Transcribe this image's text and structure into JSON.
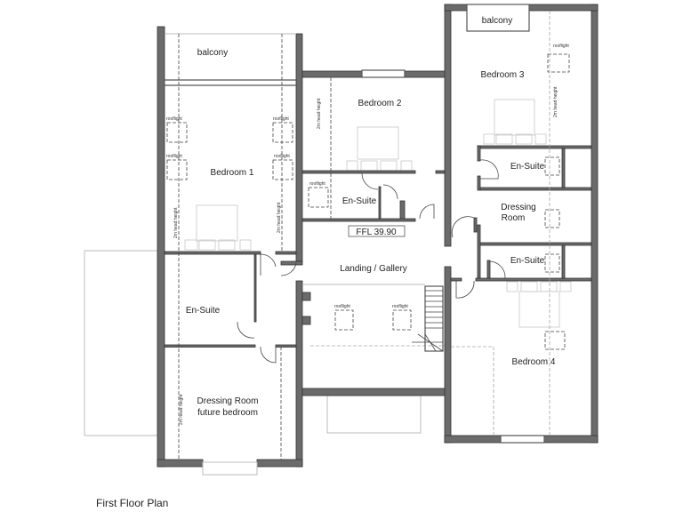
{
  "plan_title": "First Floor Plan",
  "ffl_label": "FFL 39.90",
  "annotations": {
    "rooflight": "rooflight",
    "head_height": "2m head height"
  },
  "rooms": {
    "balcony_left": "balcony",
    "balcony_right": "balcony",
    "bedroom1": "Bedroom 1",
    "bedroom2": "Bedroom 2",
    "bedroom3": "Bedroom 3",
    "bedroom4": "Bedroom 4",
    "ensuite": "En-Suite",
    "dressing_line1": "Dressing",
    "dressing_line2": "Room",
    "landing": "Landing / Gallery",
    "dressing_future_line1": "Dressing Room",
    "dressing_future_line2": "future bedroom"
  },
  "colors": {
    "wall": "#6b6b6b",
    "line": "#444444",
    "background": "#ffffff"
  }
}
